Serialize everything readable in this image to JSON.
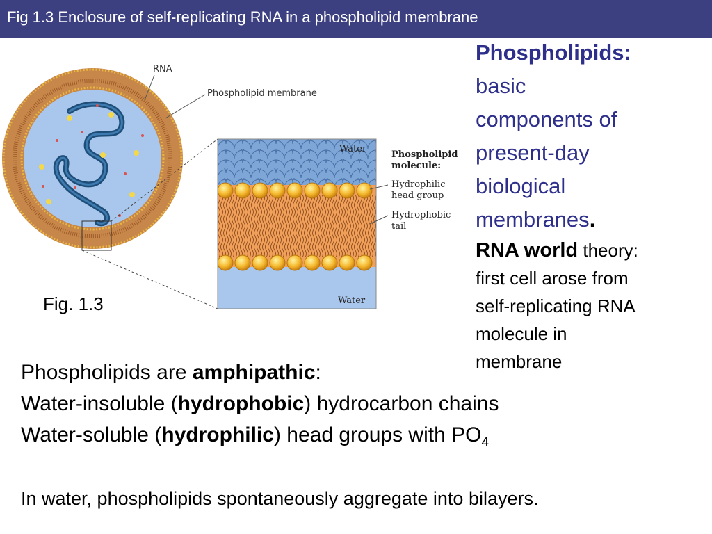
{
  "header": {
    "title": "Fig 1.3  Enclosure of self-replicating RNA in a phospholipid membrane",
    "color": "#3d4080"
  },
  "figure": {
    "label_rna": "RNA",
    "label_membrane": "Phospholipid membrane",
    "label_water_top": "Water",
    "label_water_bottom": "Water",
    "label_molecule_1": "Phospholipid",
    "label_molecule_2": "molecule:",
    "label_head_1": "Hydrophilic",
    "label_head_2": "head group",
    "label_tail_1": "Hydrophobic",
    "label_tail_2": "tail",
    "caption": "Fig. 1.3"
  },
  "sidebar": {
    "heading_bold": "Phospholipids:",
    "heading_lines": [
      "basic",
      "components of",
      "present-day",
      "biological"
    ],
    "heading_last": "membranes",
    "heading_period": ".",
    "rna_bold": "RNA world",
    "rna_rest": " theory:",
    "rna_lines": [
      "first cell arose from",
      "self-replicating RNA",
      "molecule in",
      "membrane"
    ]
  },
  "body": {
    "line1_pre": "Phospholipids are ",
    "line1_bold": "amphipathic",
    "line1_post": ":",
    "line2_pre": "Water-insoluble (",
    "line2_bold": "hydrophobic",
    "line2_post": ") hydrocarbon chains",
    "line3_pre": "Water-soluble (",
    "line3_bold": "hydrophilic",
    "line3_post": ") head groups with PO",
    "line3_sub": "4",
    "footer": "In water, phospholipids spontaneously aggregate into bilayers."
  }
}
